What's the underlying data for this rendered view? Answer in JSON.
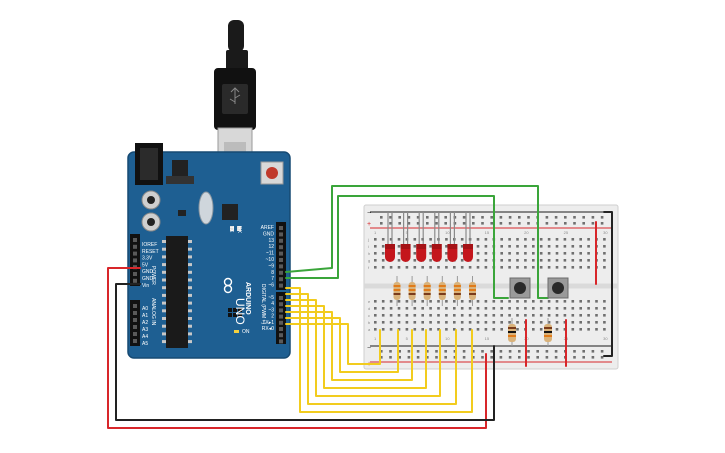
{
  "board": {
    "brand": "ARDUINO",
    "model": "UNO",
    "on_label": "ON",
    "tx_label": "TX",
    "rx_label": "RX",
    "analog_header": "ANALOG IN",
    "power_header": "POWER",
    "digital_header": "DIGITAL (PWM ~)",
    "power_pins": [
      "IOREF",
      "RESET",
      "3.3V",
      "5V",
      "GND",
      "GND",
      "Vin"
    ],
    "analog_pins": [
      "A0",
      "A1",
      "A2",
      "A3",
      "A4",
      "A5"
    ],
    "digital_pins": [
      "AREF",
      "GND",
      "13",
      "12",
      "~11",
      "~10",
      "~9",
      "8",
      "7",
      "~6",
      "~5",
      "4",
      "~3",
      "2",
      "TX▸1",
      "RX◂0"
    ]
  },
  "breadboard": {
    "columns": [
      "1",
      "5",
      "10",
      "15",
      "20",
      "25",
      "30"
    ],
    "rows_top": [
      "j",
      "i",
      "h",
      "g",
      "f"
    ],
    "rows_bottom": [
      "e",
      "d",
      "c",
      "b",
      "a"
    ]
  },
  "colors": {
    "board": "#1e5f92",
    "wire_green": "#3aa53a",
    "wire_yellow": "#f2cc1e",
    "wire_red": "#d8262a",
    "wire_black": "#222222",
    "led": "#c4161c",
    "breadboard": "#ededed"
  },
  "components": {
    "led_count": 6,
    "resistor_count": 8,
    "pushbutton_count": 2
  }
}
